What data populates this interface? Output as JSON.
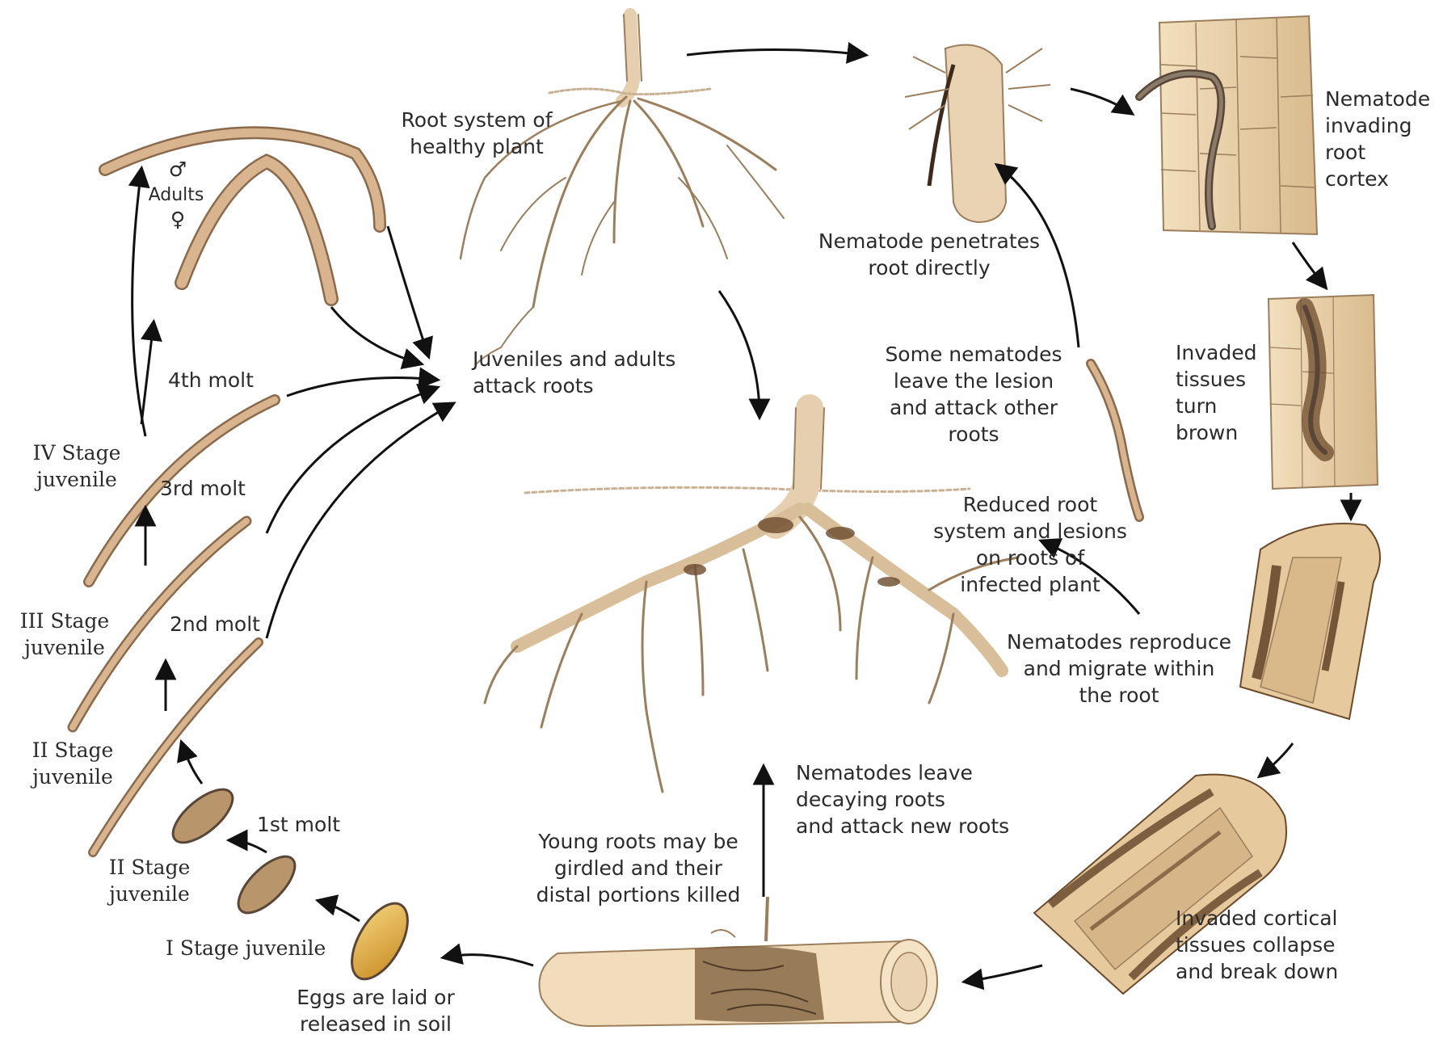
{
  "colors": {
    "worm": "#d8b58f",
    "worm_edge": "#8a6a4c",
    "root_light": "#ead3b2",
    "root_edge": "#9b7e5b",
    "tissue": "#efd9b4",
    "lesion": "#6b4a2b",
    "egg": "#e3b04a",
    "arrow": "#111111"
  },
  "labels": {
    "healthy_root": [
      "Root system of",
      "healthy plant"
    ],
    "penetrates": [
      "Nematode penetrates",
      "root directly"
    ],
    "invading": [
      "Nematode",
      "invading",
      "root",
      "cortex"
    ],
    "brown": [
      "Invaded",
      "tissues",
      "turn",
      "brown"
    ],
    "leave_lesion": [
      "Some nematodes",
      "leave the lesion",
      "and attack other",
      "roots"
    ],
    "reduced": [
      "Reduced root",
      "system and lesions",
      "on roots of",
      "infected plant"
    ],
    "reproduce": [
      "Nematodes reproduce",
      "and migrate within",
      "the root"
    ],
    "collapse": [
      "Invaded cortical",
      "tissues collapse",
      "and break down"
    ],
    "leave_decaying": [
      "Nematodes leave",
      "decaying roots",
      "and attack new roots"
    ],
    "girdled": [
      "Young roots may be",
      "girdled and their",
      "distal portions killed"
    ],
    "eggs": [
      "Eggs are laid or",
      "released in soil"
    ],
    "stage1": [
      "I Stage juvenile"
    ],
    "stage2a": [
      "II Stage",
      "juvenile"
    ],
    "molt1": [
      "1st molt"
    ],
    "stage2b": [
      "II Stage",
      "juvenile"
    ],
    "molt2": [
      "2nd molt"
    ],
    "stage3": [
      "III Stage",
      "juvenile"
    ],
    "molt3": [
      "3rd molt"
    ],
    "stage4": [
      "IV Stage",
      "juvenile"
    ],
    "molt4": [
      "4th molt"
    ],
    "attack": [
      "Juveniles and adults",
      "attack roots"
    ],
    "adults": [
      "Adults"
    ],
    "male": "♂",
    "female": "♀"
  }
}
